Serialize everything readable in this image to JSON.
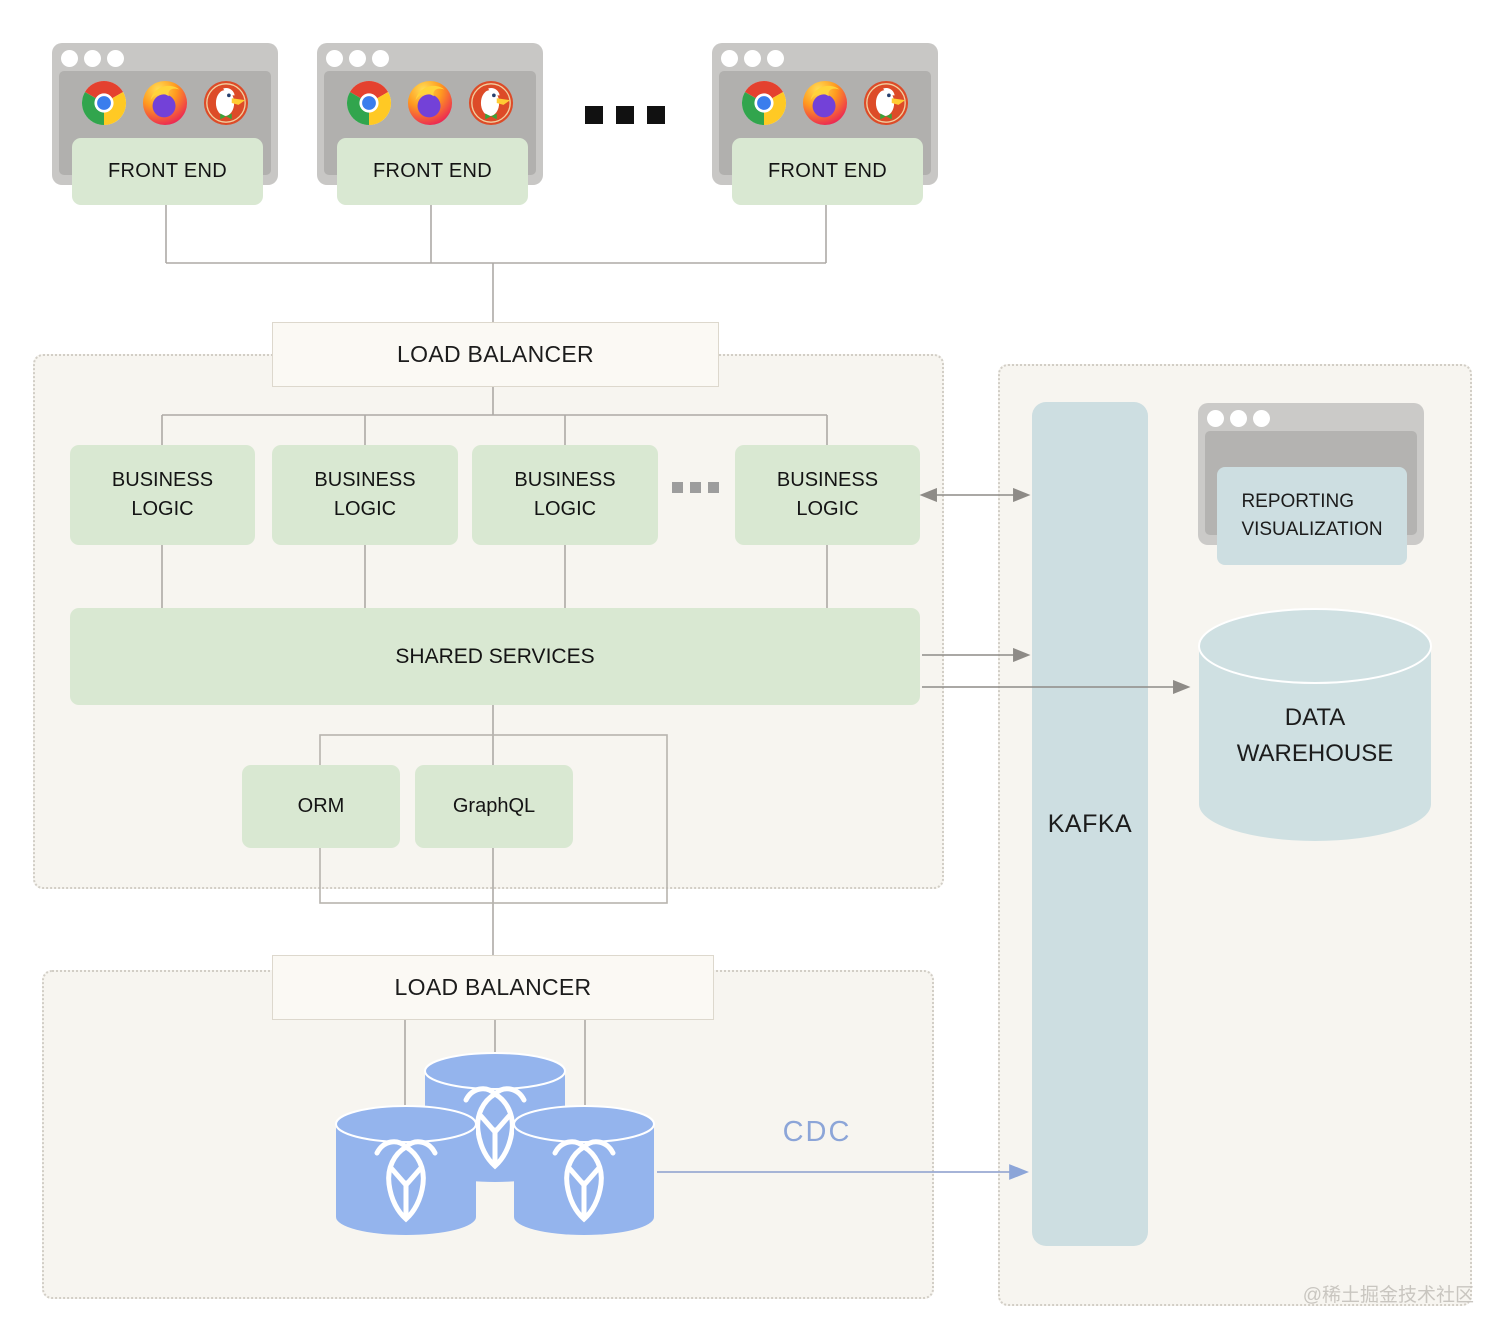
{
  "front_end": {
    "windows": [
      {
        "label": "FRONT END"
      },
      {
        "label": "FRONT END"
      },
      {
        "label": "FRONT END"
      }
    ],
    "browser_icons": [
      "chrome-icon",
      "firefox-icon",
      "duckduckgo-icon"
    ]
  },
  "tiers": {
    "load_balancer_top": "LOAD BALANCER",
    "business_logic": [
      "BUSINESS\nLOGIC",
      "BUSINESS\nLOGIC",
      "BUSINESS\nLOGIC",
      "BUSINESS\nLOGIC"
    ],
    "shared_services": "SHARED SERVICES",
    "orm": "ORM",
    "graphql": "GraphQL",
    "load_balancer_bottom": "LOAD BALANCER"
  },
  "database_cluster": {
    "engine_icon": "cockroachdb-icon",
    "node_count": 3
  },
  "cdc_label": "CDC",
  "streaming": {
    "kafka": "KAFKA",
    "reporting": "REPORTING\nVISUALIZATION",
    "data_warehouse": "DATA\nWAREHOUSE"
  },
  "watermark": "@稀土掘金技术社区",
  "colors": {
    "green_box": "#d9e8d2",
    "pale_blue": "#cddee1",
    "database_blue": "#94b4ed",
    "cdc_blue": "#8ca5d8",
    "connector_gray": "#adaaa6",
    "arrow_gray": "#8e8b87"
  }
}
